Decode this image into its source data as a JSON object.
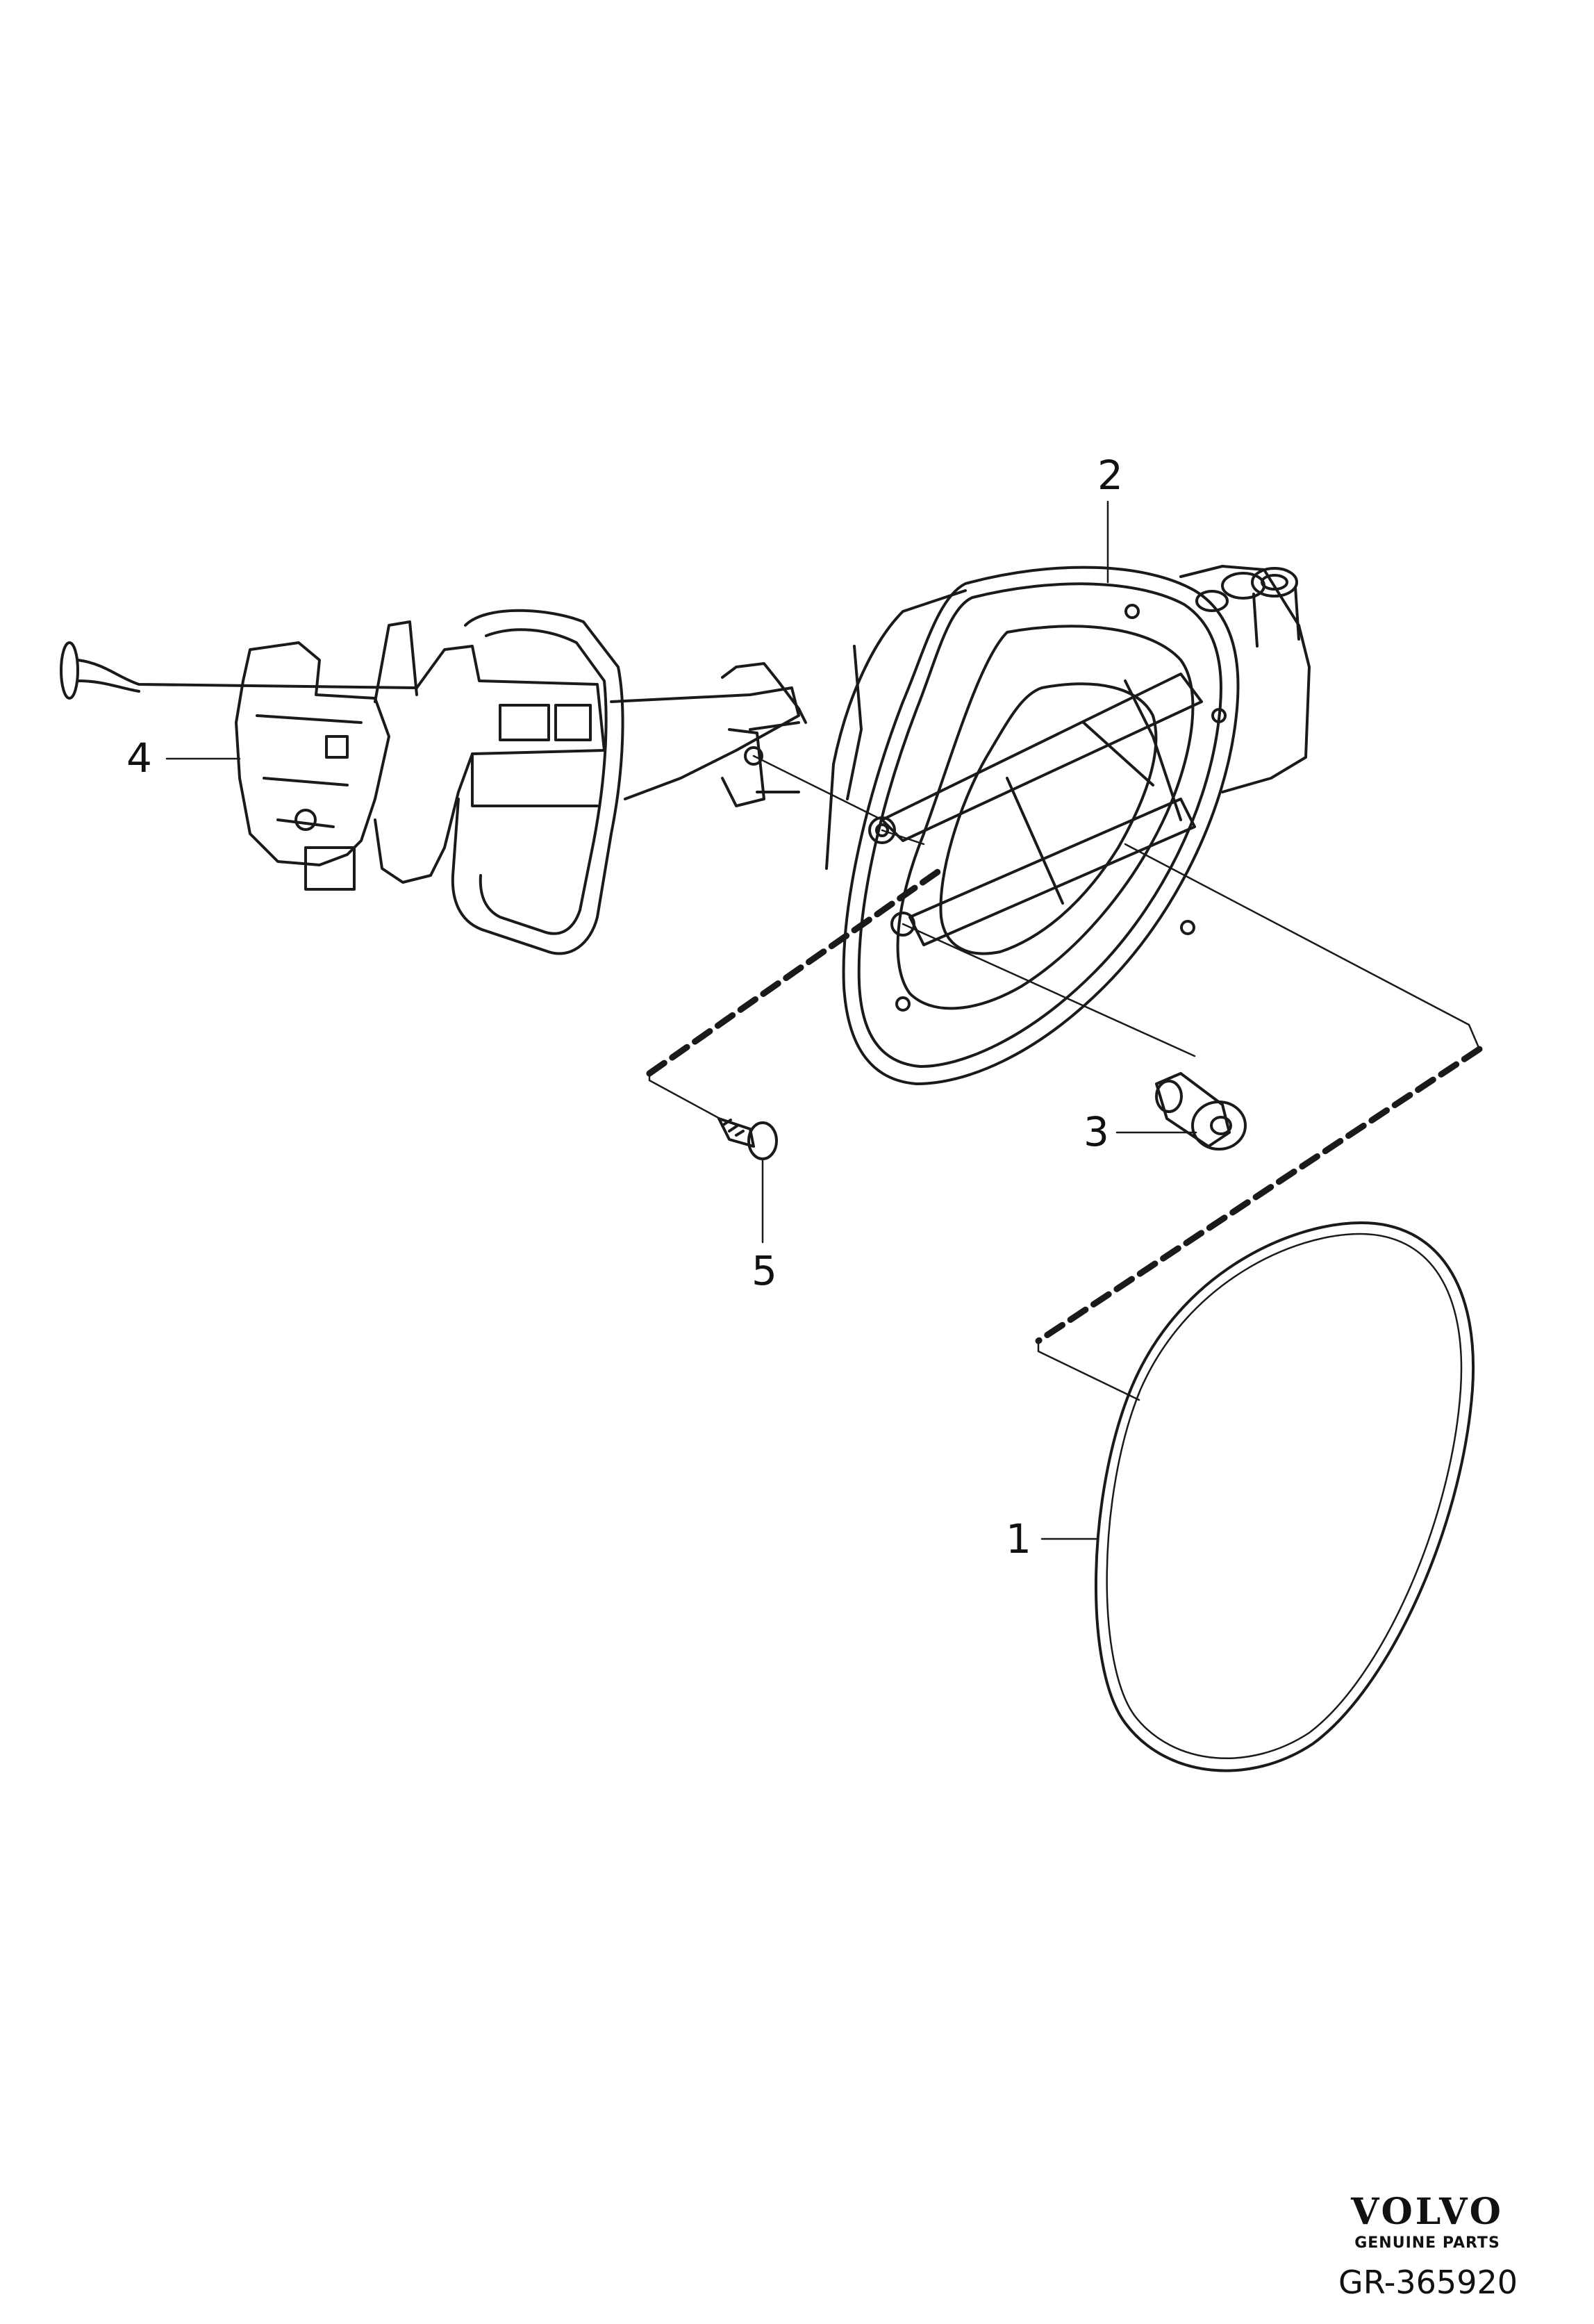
{
  "diagram": {
    "callouts": [
      {
        "id": "1",
        "label": "1",
        "part": "fuel-filler-lid"
      },
      {
        "id": "2",
        "label": "2",
        "part": "filler-housing"
      },
      {
        "id": "3",
        "label": "3",
        "part": "bushing"
      },
      {
        "id": "4",
        "label": "4",
        "part": "lock-actuator"
      },
      {
        "id": "5",
        "label": "5",
        "part": "screw"
      }
    ]
  },
  "branding": {
    "name": "VOLVO",
    "subtitle": "GENUINE PARTS",
    "reference": "GR-365920"
  },
  "colors": {
    "line": "#1a1a1a",
    "background": "#ffffff"
  }
}
